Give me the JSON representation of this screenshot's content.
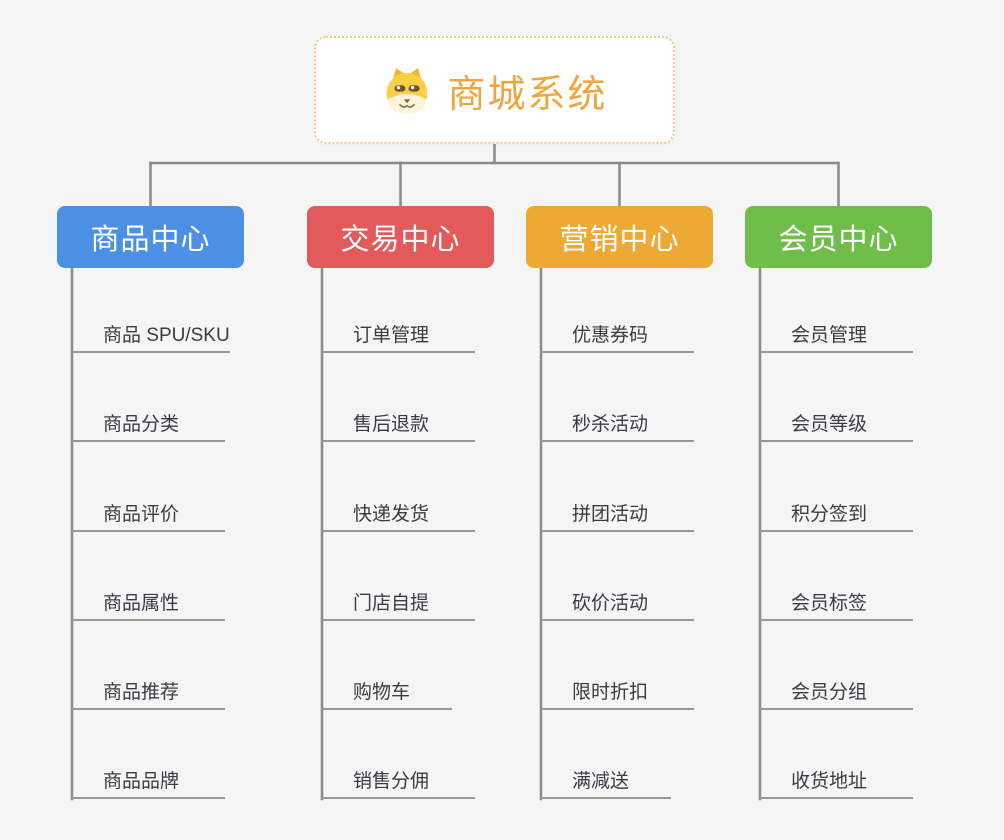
{
  "colors": {
    "background": "#f5f5f6",
    "connector": "#8a8a8a",
    "underline": "#97979c",
    "child_text": "#3b3b44",
    "root_text": "#f0a63e",
    "root_border": "#f4c87e",
    "node_bg": "#ffffff"
  },
  "root": {
    "label": "商城系统",
    "icon": "dog-face-icon"
  },
  "branches": [
    {
      "label": "商品中心",
      "color": "#4b90e5",
      "items": [
        "商品 SPU/SKU",
        "商品分类",
        "商品评价",
        "商品属性",
        "商品推荐",
        "商品品牌"
      ]
    },
    {
      "label": "交易中心",
      "color": "#e25a5a",
      "items": [
        "订单管理",
        "售后退款",
        "快递发货",
        "门店自提",
        "购物车",
        "销售分佣"
      ]
    },
    {
      "label": "营销中心",
      "color": "#eda934",
      "items": [
        "优惠券码",
        "秒杀活动",
        "拼团活动",
        "砍价活动",
        "限时折扣",
        "满减送"
      ]
    },
    {
      "label": "会员中心",
      "color": "#70be4a",
      "items": [
        "会员管理",
        "会员等级",
        "积分签到",
        "会员标签",
        "会员分组",
        "收货地址"
      ]
    }
  ]
}
